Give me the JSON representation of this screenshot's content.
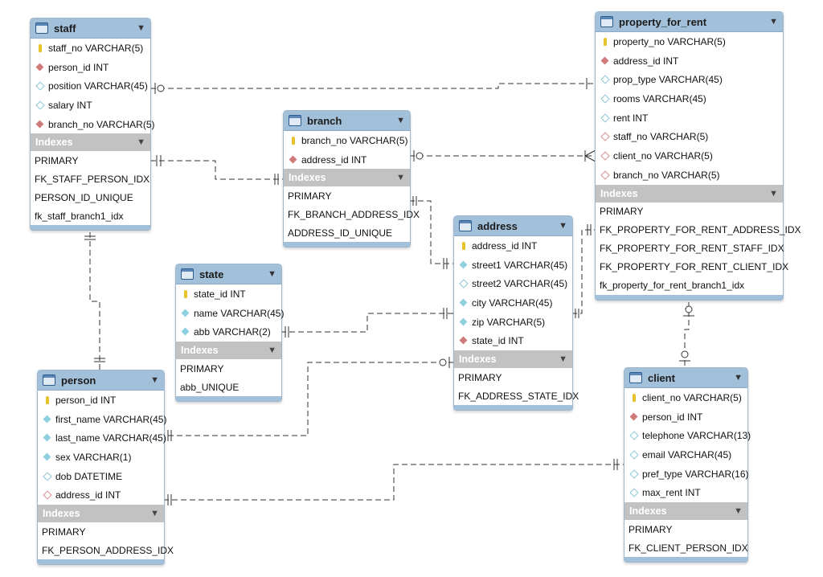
{
  "labels": {
    "indexes": "Indexes"
  },
  "tables": {
    "staff": {
      "title": "staff",
      "columns": [
        {
          "name": "staff_no VARCHAR(5)",
          "marker": "pk"
        },
        {
          "name": "person_id INT",
          "marker": "fk"
        },
        {
          "name": "position VARCHAR(45)",
          "marker": "col-e"
        },
        {
          "name": "salary INT",
          "marker": "col-e"
        },
        {
          "name": "branch_no VARCHAR(5)",
          "marker": "fk"
        }
      ],
      "indexes": [
        "PRIMARY",
        "FK_STAFF_PERSON_IDX",
        "PERSON_ID_UNIQUE",
        "fk_staff_branch1_idx"
      ]
    },
    "branch": {
      "title": "branch",
      "columns": [
        {
          "name": "branch_no VARCHAR(5)",
          "marker": "pk"
        },
        {
          "name": "address_id INT",
          "marker": "fk"
        }
      ],
      "indexes": [
        "PRIMARY",
        "FK_BRANCH_ADDRESS_IDX",
        "ADDRESS_ID_UNIQUE"
      ]
    },
    "property_for_rent": {
      "title": "property_for_rent",
      "columns": [
        {
          "name": "property_no VARCHAR(5)",
          "marker": "pk"
        },
        {
          "name": "address_id INT",
          "marker": "fk"
        },
        {
          "name": "prop_type VARCHAR(45)",
          "marker": "col-e"
        },
        {
          "name": "rooms VARCHAR(45)",
          "marker": "col-e"
        },
        {
          "name": "rent INT",
          "marker": "col-e"
        },
        {
          "name": "staff_no VARCHAR(5)",
          "marker": "col-r"
        },
        {
          "name": "client_no VARCHAR(5)",
          "marker": "col-r"
        },
        {
          "name": "branch_no VARCHAR(5)",
          "marker": "col-r"
        }
      ],
      "indexes": [
        "PRIMARY",
        "FK_PROPERTY_FOR_RENT_ADDRESS_IDX",
        "FK_PROPERTY_FOR_RENT_STAFF_IDX",
        "FK_PROPERTY_FOR_RENT_CLIENT_IDX",
        "fk_property_for_rent_branch1_idx"
      ]
    },
    "state": {
      "title": "state",
      "columns": [
        {
          "name": "state_id INT",
          "marker": "pk"
        },
        {
          "name": "name VARCHAR(45)",
          "marker": "col-n"
        },
        {
          "name": "abb VARCHAR(2)",
          "marker": "col-n"
        }
      ],
      "indexes": [
        "PRIMARY",
        "abb_UNIQUE"
      ]
    },
    "address": {
      "title": "address",
      "columns": [
        {
          "name": "address_id INT",
          "marker": "pk"
        },
        {
          "name": "street1 VARCHAR(45)",
          "marker": "col-n"
        },
        {
          "name": "street2 VARCHAR(45)",
          "marker": "col-e"
        },
        {
          "name": "city VARCHAR(45)",
          "marker": "col-n"
        },
        {
          "name": "zip VARCHAR(5)",
          "marker": "col-n"
        },
        {
          "name": "state_id INT",
          "marker": "fk"
        }
      ],
      "indexes": [
        "PRIMARY",
        "FK_ADDRESS_STATE_IDX"
      ]
    },
    "person": {
      "title": "person",
      "columns": [
        {
          "name": "person_id INT",
          "marker": "pk"
        },
        {
          "name": "first_name VARCHAR(45)",
          "marker": "col-n"
        },
        {
          "name": "last_name VARCHAR(45)",
          "marker": "col-n"
        },
        {
          "name": "sex VARCHAR(1)",
          "marker": "col-n"
        },
        {
          "name": "dob DATETIME",
          "marker": "col-e"
        },
        {
          "name": "address_id INT",
          "marker": "col-r"
        }
      ],
      "indexes": [
        "PRIMARY",
        "FK_PERSON_ADDRESS_IDX"
      ]
    },
    "client": {
      "title": "client",
      "columns": [
        {
          "name": "client_no VARCHAR(5)",
          "marker": "pk"
        },
        {
          "name": "person_id INT",
          "marker": "fk"
        },
        {
          "name": "telephone VARCHAR(13)",
          "marker": "col-e"
        },
        {
          "name": "email VARCHAR(45)",
          "marker": "col-e"
        },
        {
          "name": "pref_type VARCHAR(16)",
          "marker": "col-e"
        },
        {
          "name": "max_rent INT",
          "marker": "col-e"
        }
      ],
      "indexes": [
        "PRIMARY",
        "FK_CLIENT_PERSON_IDX"
      ]
    }
  },
  "relations": [
    {
      "from": "staff",
      "to": "property_for_rent",
      "style": "one-to-many"
    },
    {
      "from": "staff",
      "to": "branch",
      "style": "one-to-one"
    },
    {
      "from": "branch",
      "to": "property_for_rent",
      "style": "one-to-many"
    },
    {
      "from": "branch",
      "to": "address",
      "style": "one-to-one"
    },
    {
      "from": "address",
      "to": "property_for_rent",
      "style": "one-to-one"
    },
    {
      "from": "state",
      "to": "address",
      "style": "one-to-one"
    },
    {
      "from": "address",
      "to": "person",
      "style": "one-to-one"
    },
    {
      "from": "staff",
      "to": "person",
      "style": "one-to-one"
    },
    {
      "from": "property_for_rent",
      "to": "client",
      "style": "optional"
    },
    {
      "from": "person",
      "to": "client",
      "style": "one-to-one"
    }
  ]
}
